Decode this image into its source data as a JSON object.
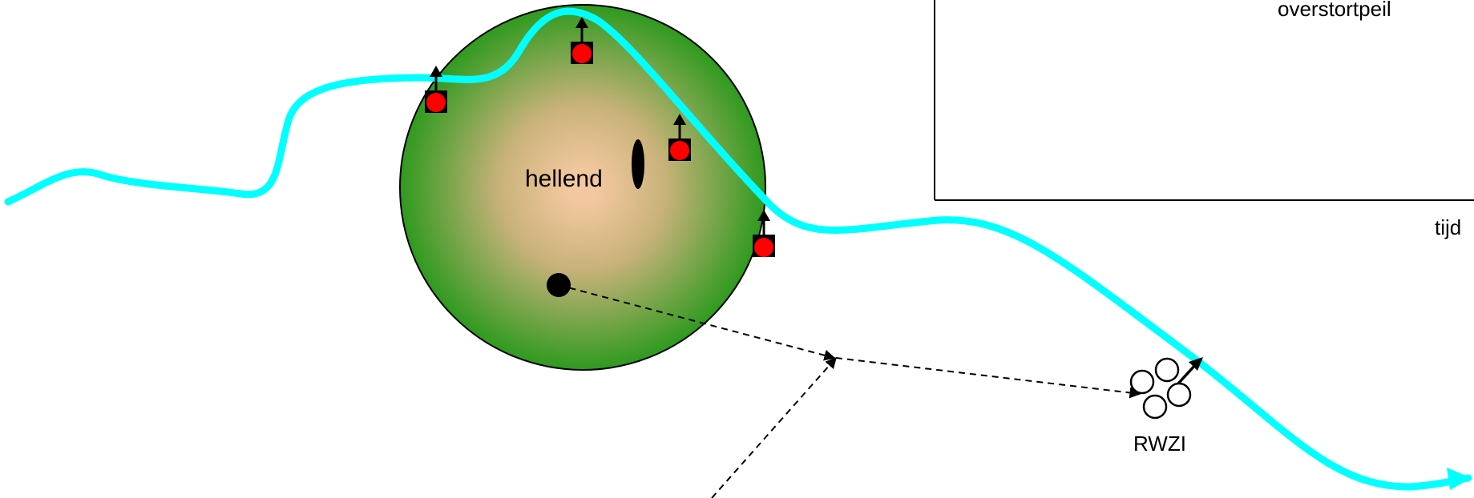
{
  "diagram": {
    "catchment": {
      "label": "hellend",
      "fill_center": "#f3c8a0",
      "fill_edge": "#2f9a1f"
    },
    "river": {
      "color": "#00ffff"
    },
    "overflow_marker_colors": {
      "box": "#000000",
      "dot": "#ff0000"
    },
    "treatment_plant": {
      "label": "RWZI"
    },
    "graph": {
      "y_annotation": "overstortpeil",
      "x_label": "tijd"
    }
  }
}
